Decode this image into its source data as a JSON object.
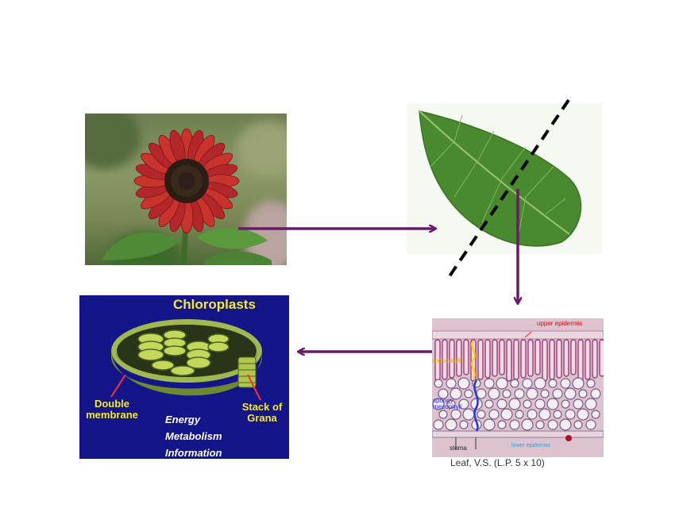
{
  "chloroplast_panel": {
    "title": "Chloroplasts",
    "label_left_line1": "Double",
    "label_left_line2": "membrane",
    "label_right_line1": "Stack of",
    "label_right_line2": "Grana",
    "center_lines": [
      "Energy",
      "Metabolism",
      "Information"
    ],
    "title_color": "#f4ea2c",
    "background_color": "#15158a"
  },
  "micrograph": {
    "labels": {
      "upper_epidermis": "upper epidermis",
      "palisade": "mesophyll",
      "spongy_line1": "spongy",
      "spongy_line2": "mesophyll",
      "stoma": "stoma",
      "lower_epidermis": "lower epidermis"
    },
    "caption": "Leaf, V.S. (L.P. 5 x 10)"
  },
  "arrow_color": "#6a1a6a",
  "cut_line_color": "#000000"
}
